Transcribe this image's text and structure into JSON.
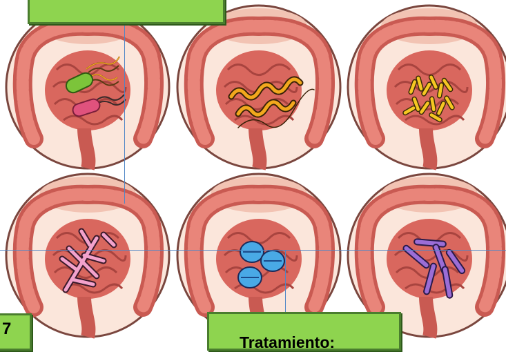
{
  "boxes": {
    "bottom_left_text": "7",
    "treatment_text": "Tratamiento:"
  },
  "colors": {
    "tissue_bg": "#f8dccd",
    "rim": "#8c4f45",
    "intestine": "#d9675e",
    "intestine_dark": "#b14a48",
    "box_fill": "#8ed44f",
    "guide_line": "#4f86c6"
  },
  "panels": [
    {
      "name": "panel-mixed-bacilli",
      "icon": "flagellated-bacteria-icon"
    },
    {
      "name": "panel-spirochetes",
      "icon": "spiral-bacteria-icon"
    },
    {
      "name": "panel-yellow-rods",
      "icon": "yellow-rod-bacteria-icon"
    },
    {
      "name": "panel-fungal-hyphae",
      "icon": "branching-hyphae-icon"
    },
    {
      "name": "panel-cysts",
      "icon": "blue-cysts-icon"
    },
    {
      "name": "panel-purple-rods",
      "icon": "purple-rod-bacteria-icon"
    }
  ]
}
